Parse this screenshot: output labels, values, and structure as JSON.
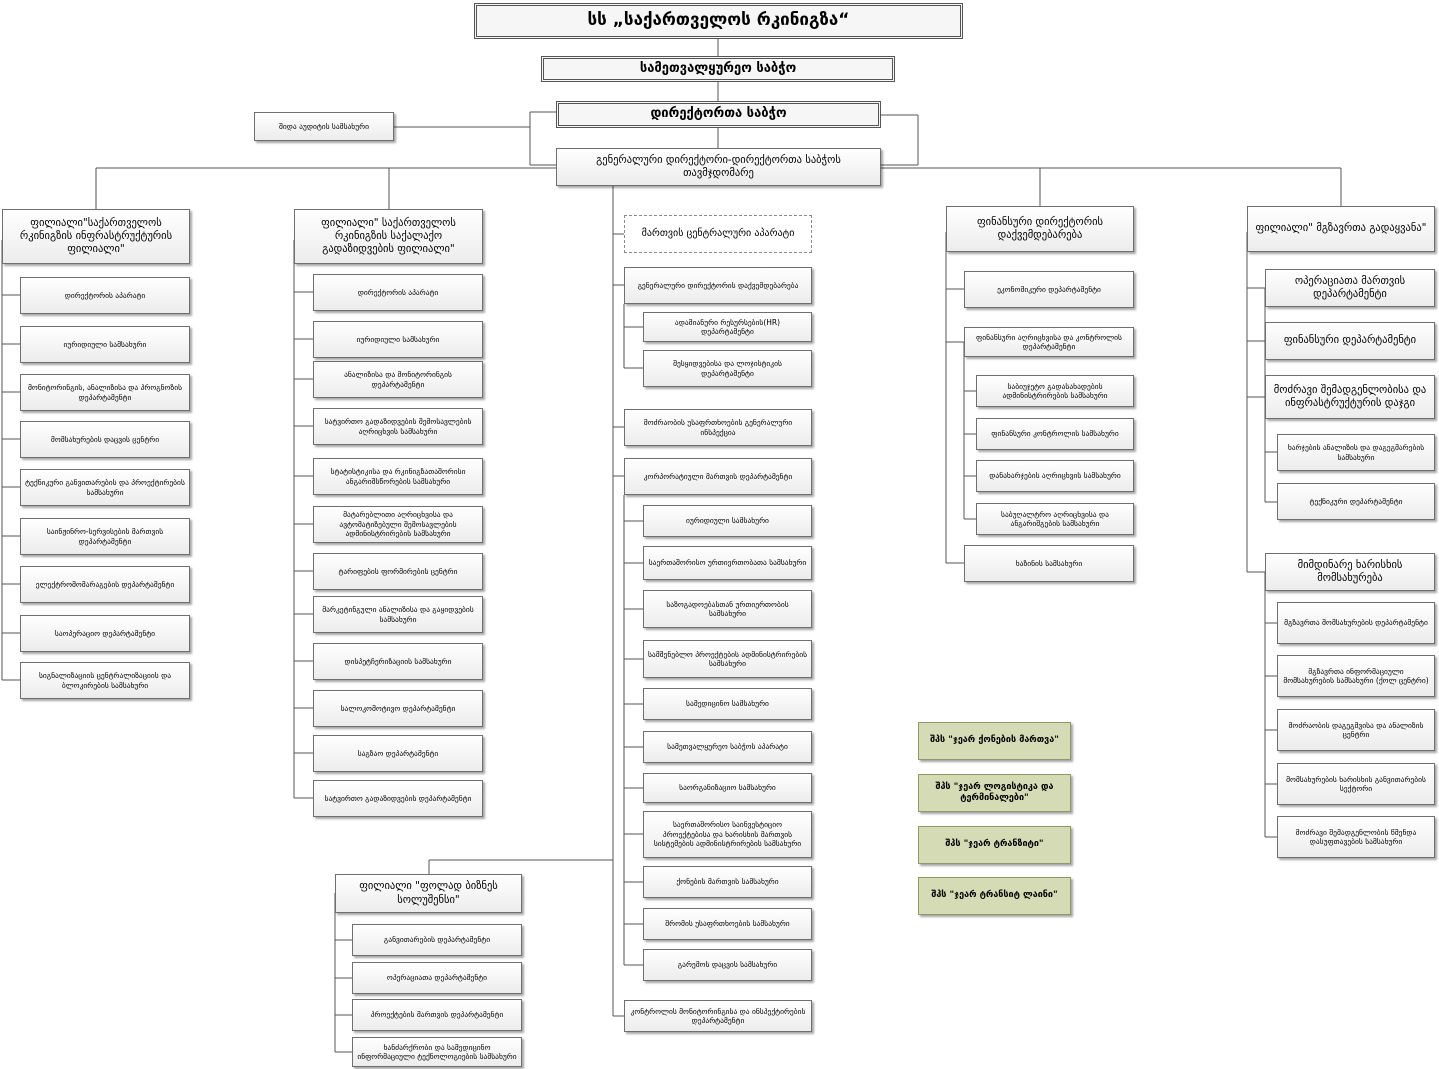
{
  "top": "სს „საქართველოს რკინიგზა“",
  "supervisory_board": "სამეთვალყურეო საბჭო",
  "directors_board": "დირექტორთა საბჭო",
  "internal_audit": "შიდა აუდიტის სამსახური",
  "ceo": "გენერალური დირექტორი-დირექტორთა საბჭოს თავმჯდომარე",
  "col1": {
    "head": "ფილიალი\"საქართველოს რკინიგზის ინფრასტრუქტურის ფილიალი\"",
    "items": [
      "დირექტორის აპარატი",
      "იურიდიული სამსახური",
      "მონიტორინგის, ანალიზისა და პროგნოზის დეპარტამენტი",
      "მომსახურების დაცვის ცენტრი",
      "ტექნიკური განვითარების და პროექტირების სამსახური",
      "საინჟინრო-სერვისების მართვის დეპარტამენტი",
      "ელექტრომომარაგების დეპარტამენტი",
      "საოპერაციო დეპარტამენტი",
      "სიგნალიზაციის ცენტრალიზაციის და ბლოკირების სამსახური"
    ]
  },
  "col2": {
    "head": "ფილიალი\" საქართველოს რკინიგზის საქალაქო გადაზიდვების ფილიალი\"",
    "items": [
      "დირექტორის აპარატი",
      "იურიდიული სამსახური",
      "ანალიზისა და მონიტორინგის დეპარტამენტი",
      "სატვირთო გადაზიდვების შემოსავლების აღრიცხვის სამსახური",
      "სტატისტიკისა და რკინიგზათაშორისი ანგარიშსწორების სამსახური",
      "მატარებლითი აღრიცხვისა და ავტომატიზებული შემოსავლების ადმინისტრირების სამსახური",
      "ტარიფების ფორმირების ცენტრი",
      "მარკეტინგული ანალიზისა და გაყიდვების სამსახური",
      "დისპეტჩერიზაციის სამსახური",
      "სალოკომოტივო დეპარტამენტი",
      "საგზაო დეპარტამენტი",
      "სატვირთო გადაზიდვების დეპარტამენტი"
    ]
  },
  "col3": {
    "head": "მართვის ცენტრალური აპარატი",
    "items": [
      "გენერალური დირექტორის დაქვემდებარება",
      "ადამიანური რესურსების(HR) დეპარტამენტი",
      "შესყიდვებისა და ლოჯისტიკის დეპარტამენტი",
      "მოძრაობის უსაფრთხოების გენერალური ინსპექცია",
      "კორპორატიული მართვის დეპარტამენტი",
      "იურიდიული სამსახური",
      "საერთაშორისო ურთიერთობათა სამსახური",
      "საზოგადოებასთან ურთიერთობის სამსახური",
      "სამშენებლო პროექტების ადმინისტრირების სამსახური",
      "სამედიცინო სამსახური",
      "სამეთვალყურეო საბჭოს აპარატი",
      "საორგანიზაციო სამსახური",
      "საერთაშორისო საინვესტიციო პროექტებისა და ხარისხის მართვის სისტემების ადმინისტრირების სამსახური",
      "ქონების მართვის სამსახური",
      "შრომის უსაფრთხოების სამსახური",
      "გარემოს დაცვის სამსახური",
      "კონტროლის მონიტორინგისა და ინსპექტირების დეპარტამენტი"
    ]
  },
  "col4": {
    "head": "ფინანსური დირექტორის დაქვემდებარება",
    "items": [
      "ეკონომიკური დეპარტამენტი",
      "ფინანსური აღრიცხვისა და კონტროლის დეპარტამენტი",
      "საბიუჯეტო გადასახადების ადმინისტრირების სამსახური",
      "ფინანსური კონტროლის სამსახური",
      "დანახარჯების აღრიცხვის სამსახური",
      "საბუღალტრო აღრიცხვისა და ანგარიშგების სამსახური",
      "ხაზინის სამსახური"
    ]
  },
  "col5": {
    "head": "ფილიალი\" მგზავრთა გადაყვანა\"",
    "items": [
      "ოპერაციათა მართვის დეპარტამენტი",
      "ფინანსური დეპარტამენტი",
      "მოძრავი შემადგენლობისა და ინფრასტრუქტურის დაჯგი",
      "ხარჯების ანალიზის და დაგეგმარების სამსახური",
      "ტექნიკური დეპარტამენტი",
      "მიმდინარე ხარისხის მომსახურება",
      "მგზავრთა მომსახურების დეპარტამენტი",
      "მგზავრთა ინფორმაციული მომსახურების სამსახური (ქოლ ცენტრი)",
      "მოძრაობის დაგეგმვისა და ანალიზის ცენტრი",
      "მომსახურების ხარისხის განვითარების სექტორი",
      "მოძრავი შემადგენლობის წმენდა დასუფთავების სამსახური"
    ]
  },
  "col6": {
    "head": "ფილიალი \"ფოლად ბიზნეს სოლუშენსი\"",
    "items": [
      "განვითარების დეპარტამენტი",
      "ოპერაციათა დეპარტამენტი",
      "პროექტების მართვის დეპარტამენტი",
      "ხანძარქრობი და სამედიცინო ინფორმაციული ტექნოლოგიების სამსახური"
    ]
  },
  "subsidiaries": [
    "შპს \"ჯეარ ქონების მართვა\"",
    "შპს \"ჯეარ ლოგისტიკა და ტერმინალები\"",
    "შპს \"ჯეარ ტრანზიტი\"",
    "შპს \"ჯეარ ტრანსიტ ლაინი\""
  ]
}
